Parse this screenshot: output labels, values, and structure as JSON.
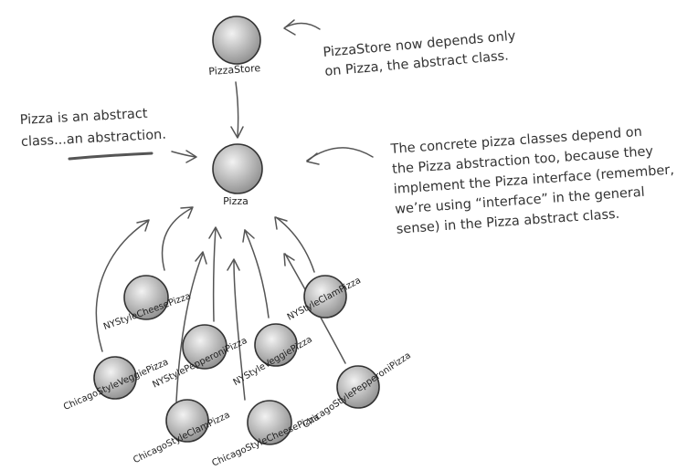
{
  "nodes": {
    "store": "PizzaStore",
    "pizza": "Pizza",
    "ny_cheese": "NYStyleCheesePizza",
    "ny_clam": "NYStyleClamPizza",
    "ny_pepperoni": "NYStylePepperoniPizza",
    "ny_veggie": "NYStyleVeggiePizza",
    "chicago_veggie": "ChicagoStyleVeggiePizza",
    "chicago_pepperoni": "ChicagoStylePepperoniPizza",
    "chicago_clam": "ChicagoStyleClamPizza",
    "chicago_cheese": "ChicagoStyleCheesePizza"
  },
  "notes": {
    "store_note": [
      "PizzaStore now depends only",
      "on Pizza, the abstract class."
    ],
    "pizza_note": [
      "Pizza is an abstract",
      "class...an abstraction."
    ],
    "concrete_note": [
      "The concrete pizza classes depend on",
      "the Pizza abstraction too, because they",
      "implement the Pizza interface (remember,",
      "we’re using “interface” in the general",
      "sense) in the Pizza abstract class."
    ]
  },
  "colors": {
    "ball_light": "#f2f2f2",
    "ball_dark": "#8e8e8e",
    "ink": "#333333",
    "arrow": "#555555"
  }
}
